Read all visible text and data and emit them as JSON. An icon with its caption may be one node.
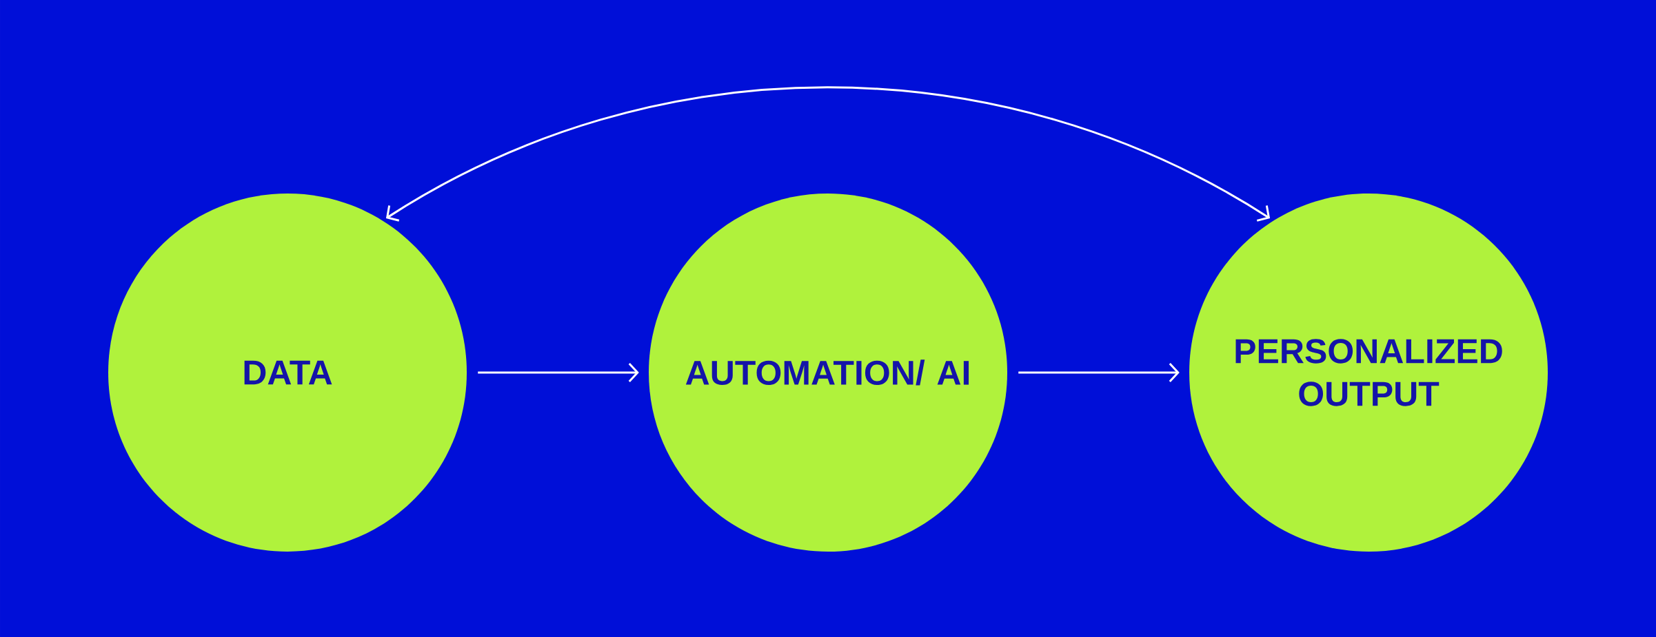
{
  "diagram": {
    "nodes": [
      {
        "text": [
          "DATA"
        ]
      },
      {
        "text": [
          "AUTOMATION/ AI"
        ]
      },
      {
        "text": [
          "PERSONALIZED OUTPUT"
        ]
      }
    ],
    "edges": [
      {
        "from": 0,
        "to": 1,
        "arrow": "to"
      },
      {
        "from": 1,
        "to": 2,
        "arrow": "to"
      },
      {
        "from": 0,
        "to": 2,
        "arrow": "both"
      }
    ]
  }
}
